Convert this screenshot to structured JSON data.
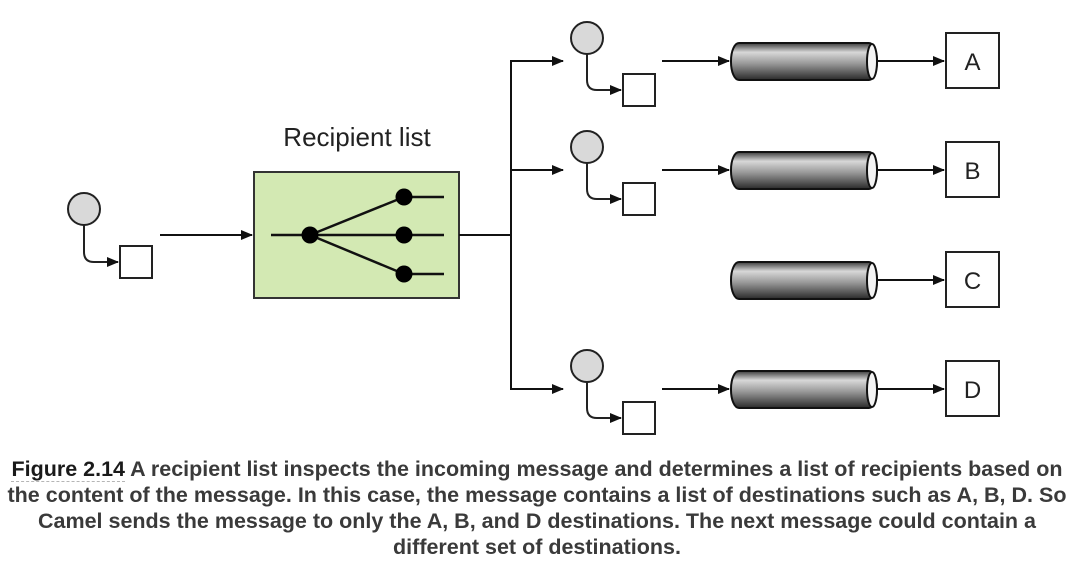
{
  "diagram": {
    "processor_label": "Recipient list",
    "processor_color": "#d3e9b3",
    "message_circle_color": "#d9d9d9",
    "destinations": [
      {
        "label": "A",
        "receives_message": true
      },
      {
        "label": "B",
        "receives_message": true
      },
      {
        "label": "C",
        "receives_message": false
      },
      {
        "label": "D",
        "receives_message": true
      }
    ]
  },
  "caption": {
    "figure_ref": "Figure 2.14",
    "text": " A recipient list inspects the incoming message and determines a list of recipients based on the content of the message. In this case, the message contains a list of destinations such as A, B, D. So Camel sends the message to only the A, B, and D destinations. The next message could contain a different set of destinations."
  }
}
